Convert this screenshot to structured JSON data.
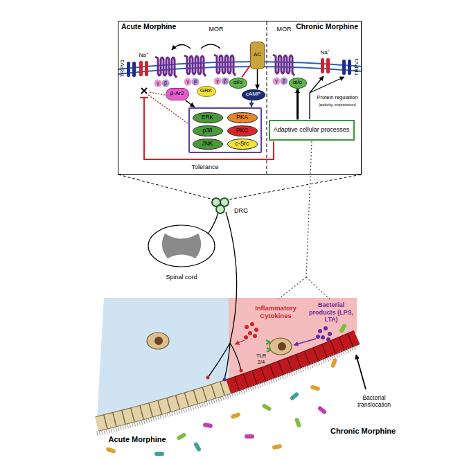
{
  "diagram": {
    "nodes": [
      {
        "text": [
          "Acute Morphine",
          "Chronic Morphine"
        ]
      },
      {
        "text": [
          "GRK"
        ],
        "in": 0
      },
      {
        "text": [
          "β-Ar2"
        ],
        "in": 0
      },
      {
        "text": [
          "αi/o"
        ],
        "in": 0
      },
      {
        "text": [
          "AC"
        ],
        "in": 0
      },
      {
        "text": [
          "cAMP"
        ],
        "in": 0
      },
      {
        "text": [],
        "in": 0
      },
      {
        "text": [
          "ERK"
        ],
        "in": 6
      },
      {
        "text": [
          "PKA"
        ],
        "in": 6
      },
      {
        "text": [
          "p38"
        ],
        "in": 6
      },
      {
        "text": [
          "PKC"
        ],
        "in": 6
      },
      {
        "text": [
          "JNK"
        ],
        "in": 6
      },
      {
        "text": [
          "c-Src"
        ],
        "in": 6
      },
      {
        "text": [
          "αi/o"
        ],
        "in": 0
      },
      {
        "text": [
          "Adaptive cellular processes"
        ],
        "in": 0
      }
    ],
    "edges": [
      {
        "from": 3,
        "to": 4,
        "arrow": "none"
      },
      {
        "from": 4,
        "to": 5,
        "arrow": "to"
      },
      {
        "from": 5,
        "to": 6,
        "arrow": "to"
      },
      {
        "from": 2,
        "to": 6,
        "arrow": "to"
      },
      {
        "from": 14,
        "to": 13,
        "arrow": "to"
      }
    ],
    "labels": [
      "MOR",
      "TRPV1",
      "Na⁺",
      "γ",
      "β",
      "γ",
      "β",
      "γ",
      "β",
      "MOR",
      "Na⁺",
      "TRPV1",
      "γ",
      "β",
      "Tolerance",
      "Protein regulation",
      "(activity, expression)",
      "DRG",
      "Spinal cord",
      "Inflammatory Cytokines",
      "Bacterial products (LPS, LTA)",
      "TLR 2/4",
      "Bacterial translocation",
      "Acute Morphine",
      "Chronic Morphine"
    ]
  }
}
